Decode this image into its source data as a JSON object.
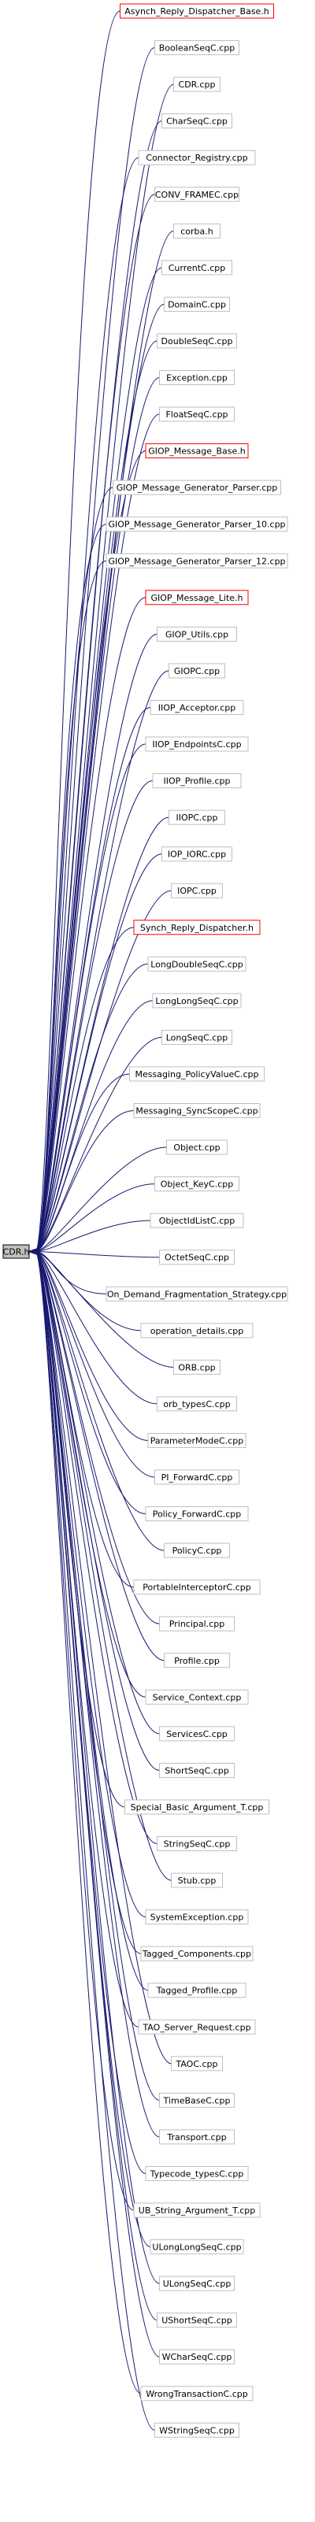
{
  "diagram": {
    "root": {
      "label": "CDR.h"
    },
    "colors": {
      "edge": "#191970",
      "normal_border": "#bfbfbf",
      "header_border": "#ff0000",
      "root_fill": "#bfbfbf",
      "root_border": "#000000"
    },
    "nodes": [
      {
        "label": "Asynch_Reply_Dispatcher_Base.h",
        "kind": "header"
      },
      {
        "label": "BooleanSeqC.cpp",
        "kind": "source"
      },
      {
        "label": "CDR.cpp",
        "kind": "source"
      },
      {
        "label": "CharSeqC.cpp",
        "kind": "source"
      },
      {
        "label": "Connector_Registry.cpp",
        "kind": "source"
      },
      {
        "label": "CONV_FRAMEC.cpp",
        "kind": "source"
      },
      {
        "label": "corba.h",
        "kind": "source"
      },
      {
        "label": "CurrentC.cpp",
        "kind": "source"
      },
      {
        "label": "DomainC.cpp",
        "kind": "source"
      },
      {
        "label": "DoubleSeqC.cpp",
        "kind": "source"
      },
      {
        "label": "Exception.cpp",
        "kind": "source"
      },
      {
        "label": "FloatSeqC.cpp",
        "kind": "source"
      },
      {
        "label": "GIOP_Message_Base.h",
        "kind": "header"
      },
      {
        "label": "GIOP_Message_Generator_Parser.cpp",
        "kind": "source"
      },
      {
        "label": "GIOP_Message_Generator_Parser_10.cpp",
        "kind": "source"
      },
      {
        "label": "GIOP_Message_Generator_Parser_12.cpp",
        "kind": "source"
      },
      {
        "label": "GIOP_Message_Lite.h",
        "kind": "header"
      },
      {
        "label": "GIOP_Utils.cpp",
        "kind": "source"
      },
      {
        "label": "GIOPC.cpp",
        "kind": "source"
      },
      {
        "label": "IIOP_Acceptor.cpp",
        "kind": "source"
      },
      {
        "label": "IIOP_EndpointsC.cpp",
        "kind": "source"
      },
      {
        "label": "IIOP_Profile.cpp",
        "kind": "source"
      },
      {
        "label": "IIOPC.cpp",
        "kind": "source"
      },
      {
        "label": "IOP_IORC.cpp",
        "kind": "source"
      },
      {
        "label": "IOPC.cpp",
        "kind": "source"
      },
      {
        "label": "Synch_Reply_Dispatcher.h",
        "kind": "header"
      },
      {
        "label": "LongDoubleSeqC.cpp",
        "kind": "source"
      },
      {
        "label": "LongLongSeqC.cpp",
        "kind": "source"
      },
      {
        "label": "LongSeqC.cpp",
        "kind": "source"
      },
      {
        "label": "Messaging_PolicyValueC.cpp",
        "kind": "source"
      },
      {
        "label": "Messaging_SyncScopeC.cpp",
        "kind": "source"
      },
      {
        "label": "Object.cpp",
        "kind": "source"
      },
      {
        "label": "Object_KeyC.cpp",
        "kind": "source"
      },
      {
        "label": "ObjectIdListC.cpp",
        "kind": "source"
      },
      {
        "label": "OctetSeqC.cpp",
        "kind": "source"
      },
      {
        "label": "On_Demand_Fragmentation_Strategy.cpp",
        "kind": "source"
      },
      {
        "label": "operation_details.cpp",
        "kind": "source"
      },
      {
        "label": "ORB.cpp",
        "kind": "source"
      },
      {
        "label": "orb_typesC.cpp",
        "kind": "source"
      },
      {
        "label": "ParameterModeC.cpp",
        "kind": "source"
      },
      {
        "label": "PI_ForwardC.cpp",
        "kind": "source"
      },
      {
        "label": "Policy_ForwardC.cpp",
        "kind": "source"
      },
      {
        "label": "PolicyC.cpp",
        "kind": "source"
      },
      {
        "label": "PortableInterceptorC.cpp",
        "kind": "source"
      },
      {
        "label": "Principal.cpp",
        "kind": "source"
      },
      {
        "label": "Profile.cpp",
        "kind": "source"
      },
      {
        "label": "Service_Context.cpp",
        "kind": "source"
      },
      {
        "label": "ServicesC.cpp",
        "kind": "source"
      },
      {
        "label": "ShortSeqC.cpp",
        "kind": "source"
      },
      {
        "label": "Special_Basic_Argument_T.cpp",
        "kind": "source"
      },
      {
        "label": "StringSeqC.cpp",
        "kind": "source"
      },
      {
        "label": "Stub.cpp",
        "kind": "source"
      },
      {
        "label": "SystemException.cpp",
        "kind": "source"
      },
      {
        "label": "Tagged_Components.cpp",
        "kind": "source"
      },
      {
        "label": "Tagged_Profile.cpp",
        "kind": "source"
      },
      {
        "label": "TAO_Server_Request.cpp",
        "kind": "source"
      },
      {
        "label": "TAOC.cpp",
        "kind": "source"
      },
      {
        "label": "TimeBaseC.cpp",
        "kind": "source"
      },
      {
        "label": "Transport.cpp",
        "kind": "source"
      },
      {
        "label": "Typecode_typesC.cpp",
        "kind": "source"
      },
      {
        "label": "UB_String_Argument_T.cpp",
        "kind": "source"
      },
      {
        "label": "ULongLongSeqC.cpp",
        "kind": "source"
      },
      {
        "label": "ULongSeqC.cpp",
        "kind": "source"
      },
      {
        "label": "UShortSeqC.cpp",
        "kind": "source"
      },
      {
        "label": "WCharSeqC.cpp",
        "kind": "source"
      },
      {
        "label": "WrongTransactionC.cpp",
        "kind": "source"
      },
      {
        "label": "WStringSeqC.cpp",
        "kind": "source"
      }
    ]
  }
}
